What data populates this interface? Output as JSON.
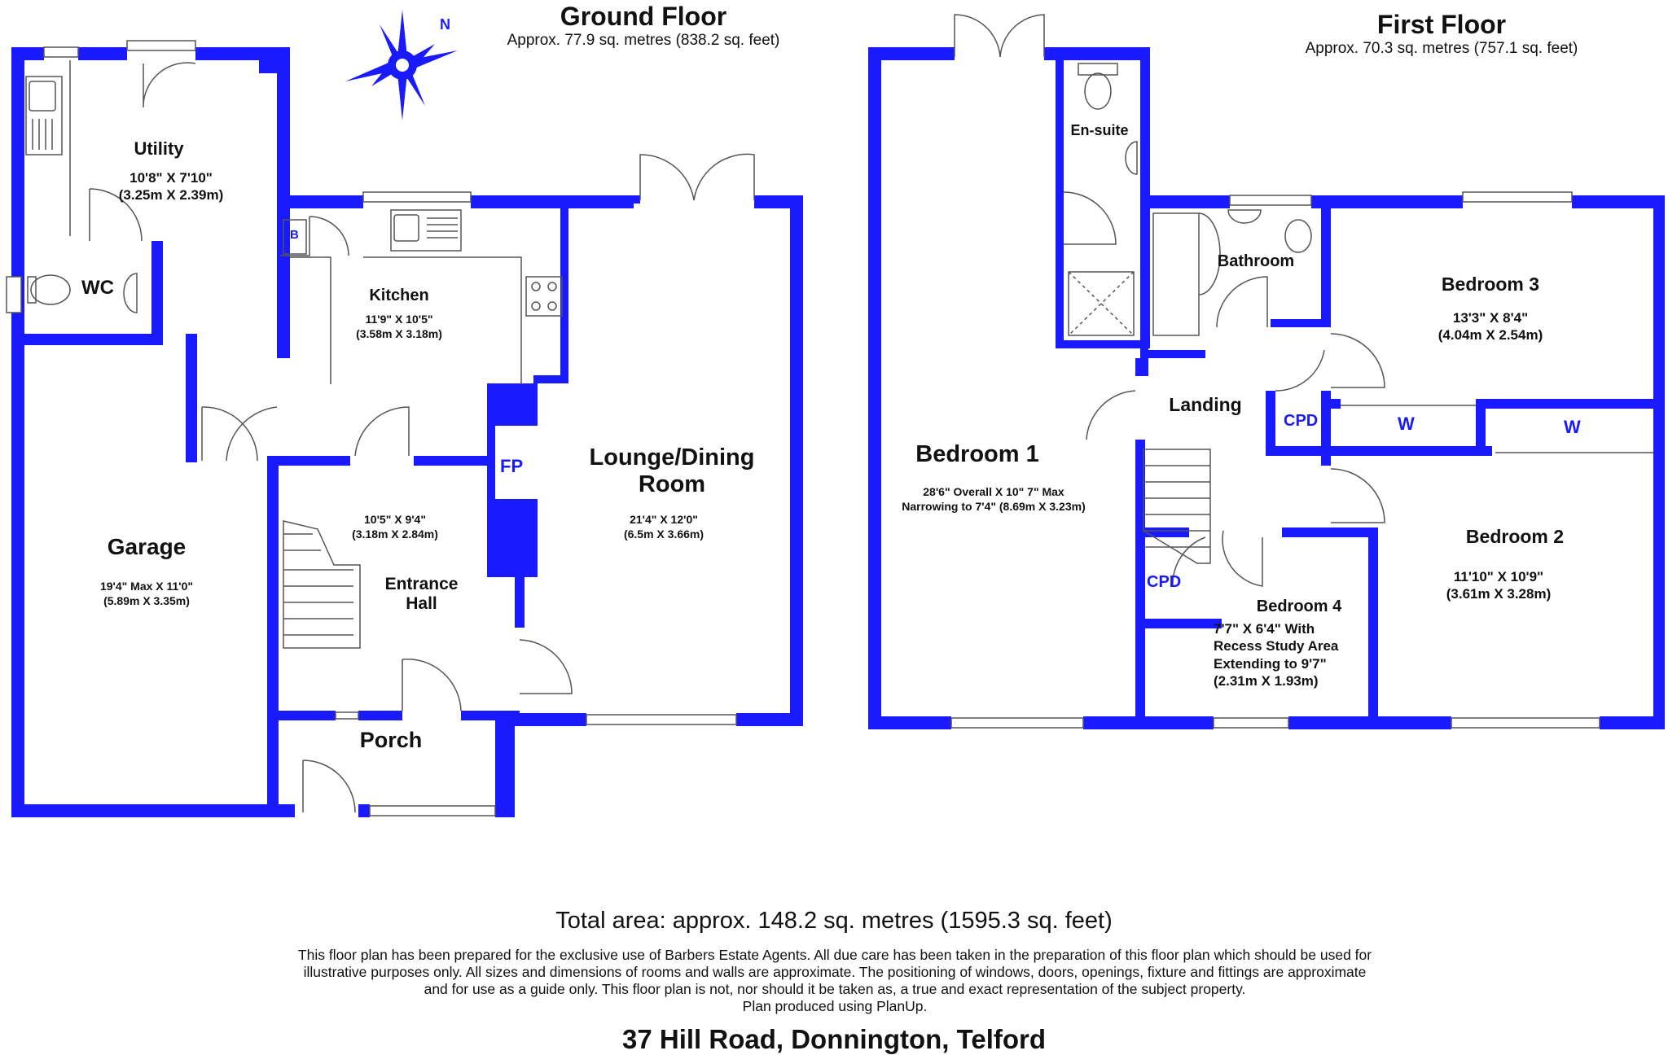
{
  "ground_floor": {
    "title": "Ground Floor",
    "area": "Approx. 77.9 sq. metres (838.2 sq. feet)",
    "rooms": {
      "utility": {
        "name": "Utility",
        "dim_imperial": "10'8\" X 7'10\"",
        "dim_metric": "(3.25m X 2.39m)"
      },
      "wc": {
        "name": "WC"
      },
      "kitchen": {
        "name": "Kitchen",
        "dim_imperial": "11'9\" X 10'5\"",
        "dim_metric": "(3.58m X 3.18m)"
      },
      "garage": {
        "name": "Garage",
        "dim_imperial": "19'4\" Max X 11'0\"",
        "dim_metric": "(5.89m X 3.35m)"
      },
      "entrance_hall": {
        "name_line1": "Entrance",
        "name_line2": "Hall",
        "dim_imperial": "10'5\" X 9'4\"",
        "dim_metric": "(3.18m X 2.84m)"
      },
      "lounge": {
        "name_line1": "Lounge/Dining",
        "name_line2": "Room",
        "dim_imperial": "21'4\" X 12'0\"",
        "dim_metric": "(6.5m X 3.66m)"
      },
      "porch": {
        "name": "Porch"
      }
    },
    "labels": {
      "boiler": "B",
      "fireplace": "FP",
      "compass_n": "N"
    }
  },
  "first_floor": {
    "title": "First Floor",
    "area": "Approx. 70.3 sq. metres (757.1 sq. feet)",
    "rooms": {
      "ensuite": {
        "name": "En-suite"
      },
      "bathroom": {
        "name": "Bathroom"
      },
      "bedroom1": {
        "name": "Bedroom 1",
        "dim_line1": "28'6\" Overall X 10\" 7\" Max",
        "dim_line2": "Narrowing to 7'4\" (8.69m X 3.23m)"
      },
      "landing": {
        "name": "Landing"
      },
      "bedroom3": {
        "name": "Bedroom 3",
        "dim_imperial": "13'3\" X 8'4\"",
        "dim_metric": "(4.04m X 2.54m)"
      },
      "bedroom2": {
        "name": "Bedroom 2",
        "dim_imperial": "11'10\" X 10'9\"",
        "dim_metric": "(3.61m X 3.28m)"
      },
      "bedroom4": {
        "name": "Bedroom 4",
        "dim_line1": "7'7\" X 6'4\" With",
        "dim_line2": "Recess Study Area",
        "dim_line3": "Extending to 9'7\"",
        "dim_line4": "(2.31m X 1.93m)"
      }
    },
    "labels": {
      "cpd_upper": "CPD",
      "cpd_lower": "CPD",
      "wardrobe_1": "W",
      "wardrobe_2": "W"
    }
  },
  "total_area": "Total area: approx. 148.2 sq. metres (1595.3 sq. feet)",
  "disclaimer": {
    "line1": "This floor plan has been prepared for the exclusive use of Barbers Estate Agents. All due care has been taken in the preparation of this floor plan which should be used for",
    "line2": "illustrative purposes only. All sizes and dimensions of rooms and walls are approximate. The positioning of windows, doors, openings, fixture and fittings are approximate",
    "line3": "and for use as a guide only. This floor plan is not, nor should it be taken as, a true and exact representation of the subject property.",
    "line4": "Plan produced using PlanUp."
  },
  "address": "37 Hill Road, Donnington, Telford",
  "colors": {
    "wall": "#1a1aff",
    "text": "#111111",
    "fixture": "#555555",
    "background": "#ffffff"
  }
}
